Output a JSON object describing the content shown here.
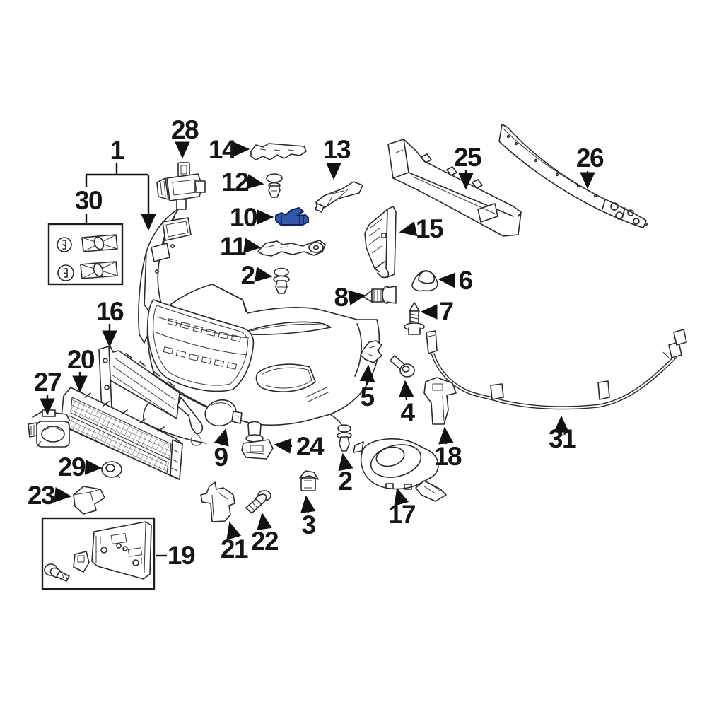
{
  "diagram": {
    "type": "exploded-parts-diagram",
    "subject": "front-bumper-and-grille-components",
    "background": "#ffffff",
    "line_color": "#2a2a2a",
    "highlight": {
      "part": "10",
      "fill": "#3457a9",
      "outline": "#0e2260"
    },
    "callouts": [
      {
        "label": "1"
      },
      {
        "label": "2"
      },
      {
        "label": "2"
      },
      {
        "label": "3"
      },
      {
        "label": "4"
      },
      {
        "label": "5"
      },
      {
        "label": "6"
      },
      {
        "label": "7"
      },
      {
        "label": "8"
      },
      {
        "label": "9"
      },
      {
        "label": "10"
      },
      {
        "label": "11"
      },
      {
        "label": "12"
      },
      {
        "label": "13"
      },
      {
        "label": "14"
      },
      {
        "label": "15"
      },
      {
        "label": "16"
      },
      {
        "label": "17"
      },
      {
        "label": "18"
      },
      {
        "label": "19"
      },
      {
        "label": "20"
      },
      {
        "label": "21"
      },
      {
        "label": "22"
      },
      {
        "label": "23"
      },
      {
        "label": "24"
      },
      {
        "label": "25"
      },
      {
        "label": "26"
      },
      {
        "label": "27"
      },
      {
        "label": "28"
      },
      {
        "label": "29"
      },
      {
        "label": "30"
      },
      {
        "label": "31"
      }
    ]
  }
}
